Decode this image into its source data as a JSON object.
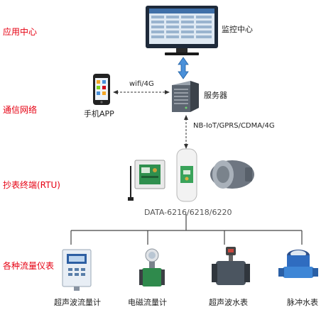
{
  "layers": {
    "application": "应用中心",
    "network": "通信网络",
    "rtu": "抄表终端(RTU)",
    "meters": "各种流量仪表"
  },
  "nodes": {
    "monitor_center": "监控中心",
    "server": "服务器",
    "mobile_app": "手机APP",
    "rtu_model": "DATA-6216/6218/6220",
    "ultrasonic_flowmeter": "超声波流量计",
    "electromagnetic_flowmeter": "电磁流量计",
    "ultrasonic_water_meter": "超声波水表",
    "pulse_water_meter": "脉冲水表"
  },
  "links": {
    "app_server": "wifi/4G",
    "server_rtu": "NB-IoT/GPRS/CDMA/4G"
  },
  "colors": {
    "layer_text": "#e60012",
    "arrow": "#4a90d9",
    "bracket": "#444444"
  }
}
